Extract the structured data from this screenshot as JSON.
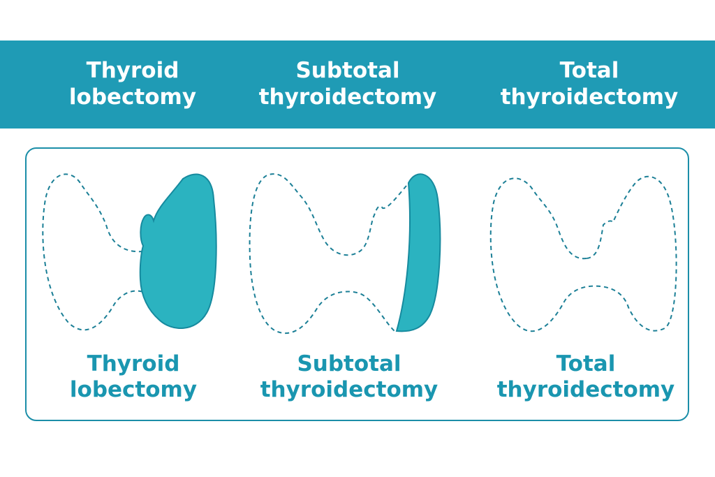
{
  "header": {
    "columns": [
      {
        "title": "Thyroid\nlobectomy"
      },
      {
        "title": "Subtotal\nthyroidectomy"
      },
      {
        "title": "Total\nthyroidectomy"
      }
    ]
  },
  "panels": [
    {
      "caption": "Thyroid\nlobectomy"
    },
    {
      "caption": "Subtotal\nthyroidectomy"
    },
    {
      "caption": "Total\nthyroidectomy"
    }
  ],
  "colors": {
    "header_band": "#1f9bb5",
    "resected_fill": "#2bb3c0",
    "resected_stroke": "#168a9e",
    "outline_dashed": "#1b7f96",
    "caption_text": "#1a96b0"
  }
}
